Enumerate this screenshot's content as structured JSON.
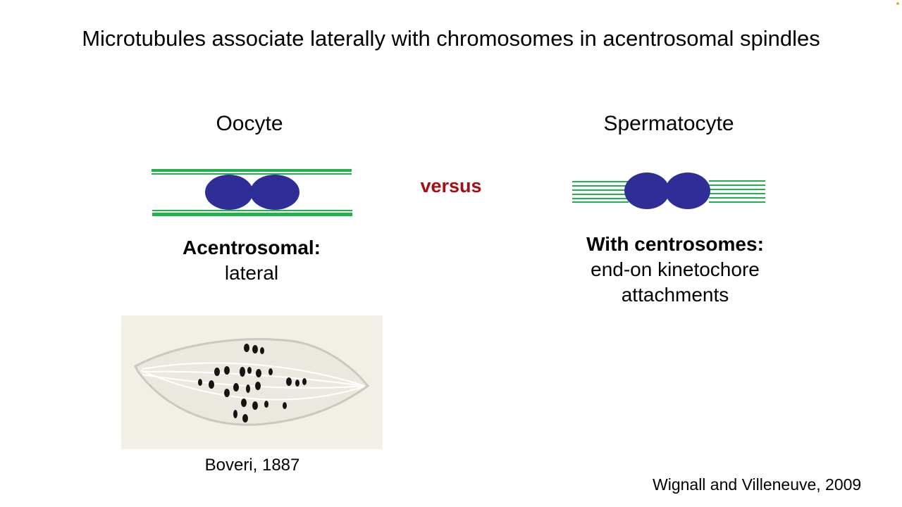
{
  "slide": {
    "title": "Microtubules associate laterally with chromosomes in acentrosomal spindles",
    "versus_label": "versus",
    "oocyte": {
      "heading": "Oocyte",
      "caption_bold": "Acentrosomal:",
      "caption_text": "lateral"
    },
    "spermatocyte": {
      "heading": "Spermatocyte",
      "caption_bold": "With centrosomes:",
      "caption_line1": "end-on kinetochore",
      "caption_line2": "attachments"
    },
    "figure_credit": "Boveri, 1887",
    "reference": "Wignall and Villeneuve, 2009"
  },
  "colors": {
    "microtubule": "#22b24c",
    "chromosome": "#2e2e96",
    "versus": "#a50e12",
    "corner_dot": "#e0b040",
    "drawing_bg": "#f2f0e6",
    "drawing_spindle": "#c9c8c1",
    "drawing_chromosome": "#141414"
  }
}
